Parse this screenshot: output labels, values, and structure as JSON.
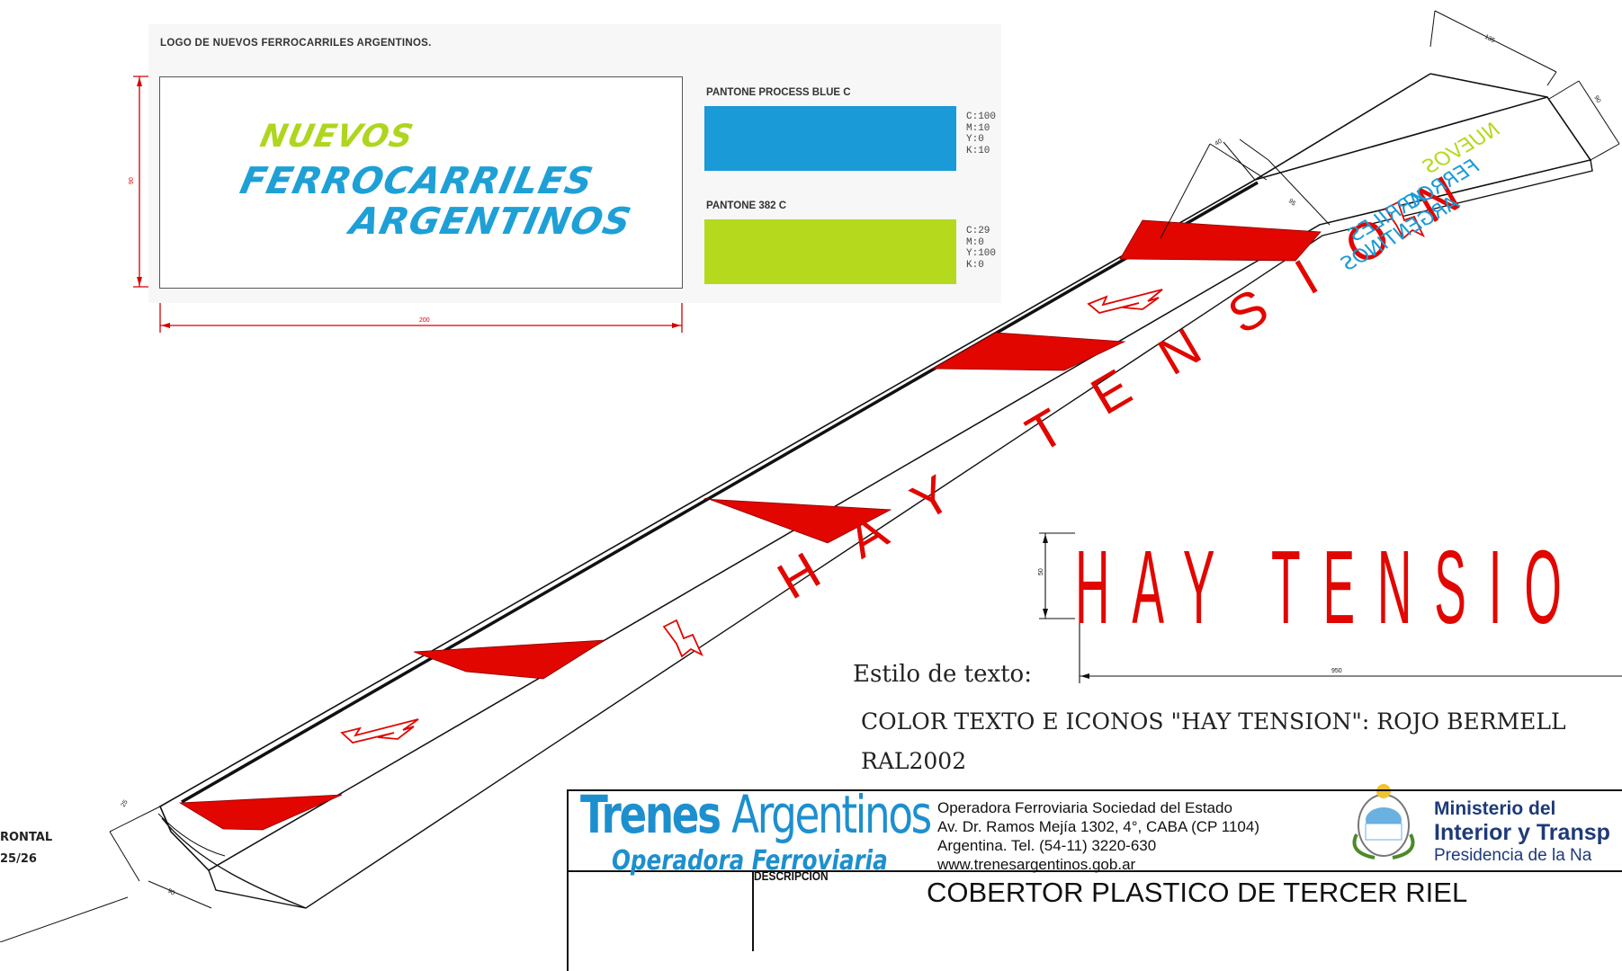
{
  "logo_section": {
    "title": "LOGO DE NUEVOS FERROCARRILES ARGENTINOS.",
    "logo_words": [
      "NUEVOS",
      "FERROCARRILES",
      "ARGENTINOS"
    ],
    "height_dim": "90",
    "width_dim": "200",
    "swatches": [
      {
        "name": "PANTONE PROCESS BLUE C",
        "color": "#1a9ad6",
        "cmyk": "C:100\nM:10\nY:0\nK:10"
      },
      {
        "name": "PANTONE 382 C",
        "color": "#b5d91c",
        "cmyk": "C:29\nM:0\nY:100\nK:0"
      }
    ]
  },
  "cover": {
    "band_text": "HAY TENSION",
    "end_logo_words": [
      "NUEVOS",
      "FERROC",
      "ARRILES",
      "ARGENTINOS"
    ],
    "dims": [
      "135",
      "90",
      "40",
      "95",
      "25",
      "90"
    ]
  },
  "text_style": {
    "label": "Estilo de texto:",
    "sample": "HAY TENSIO",
    "height_dim": "50",
    "width_dim": "950",
    "color_note_line1": "COLOR TEXTO E ICONOS \"HAY TENSION\": ROJO BERMELL",
    "color_note_line2": "RAL2002"
  },
  "left_notes": [
    "RONTAL",
    "25/26"
  ],
  "title_block": {
    "brand_bold": "Trenes",
    "brand_regular": "Argentinos",
    "brand_sub": "Operadora Ferroviaria",
    "address_lines": [
      "Operadora Ferroviaria Sociedad del Estado",
      "Av. Dr. Ramos Mejía 1302, 4°, CABA (CP 1104)",
      "Argentina. Tel. (54-11) 3220-630",
      "www.trenesargentinos.gob.ar"
    ],
    "ministry_line1": "Ministerio del",
    "ministry_line2": "Interior y Transp",
    "ministry_line3": "Presidencia de la Na",
    "description_label": "DESCRIPCION",
    "description": "COBERTOR PLASTICO DE TERCER RIEL"
  },
  "colors": {
    "red": "#e10600",
    "blue": "#1a9ad6",
    "green": "#b5d91c",
    "dim_red": "#d40000"
  }
}
